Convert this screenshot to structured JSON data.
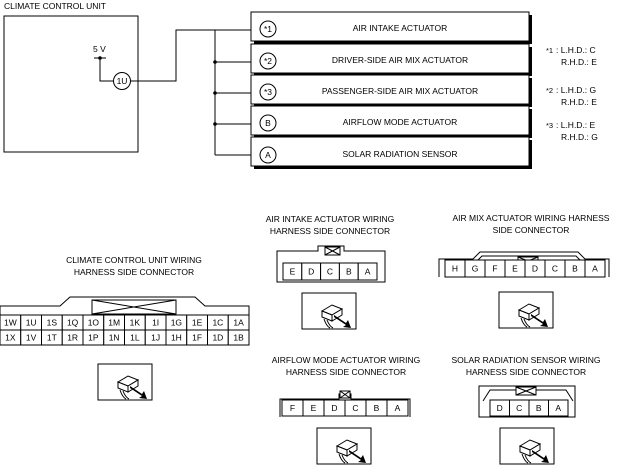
{
  "diagram": {
    "unit_title": "CLIMATE CONTROL UNIT",
    "supply_voltage": "5 V",
    "unit_terminal": "1U",
    "components": [
      {
        "terminal": "*1",
        "label": "AIR INTAKE ACTUATOR"
      },
      {
        "terminal": "*2",
        "label": "DRIVER-SIDE AIR MIX ACTUATOR"
      },
      {
        "terminal": "*3",
        "label": "PASSENGER-SIDE AIR MIX ACTUATOR"
      },
      {
        "terminal": "B",
        "label": "AIRFLOW MODE ACTUATOR"
      },
      {
        "terminal": "A",
        "label": "SOLAR RADIATION SENSOR"
      }
    ],
    "notes": [
      {
        "mark": "*1",
        "lhd": ": L.H.D.: C",
        "rhd": "R.H.D.: E"
      },
      {
        "mark": "*2",
        "lhd": ": L.H.D.: G",
        "rhd": "R.H.D.: E"
      },
      {
        "mark": "*3",
        "lhd": ": L.H.D.: E",
        "rhd": "R.H.D.: G"
      }
    ]
  },
  "connectors": {
    "ccu": {
      "title_l1": "CLIMATE CONTROL UNIT WIRING",
      "title_l2": "HARNESS SIDE CONNECTOR",
      "row1": [
        "1W",
        "1U",
        "1S",
        "1Q",
        "1O",
        "1M",
        "1K",
        "1I",
        "1G",
        "1E",
        "1C",
        "1A"
      ],
      "row2": [
        "1X",
        "1V",
        "1T",
        "1R",
        "1P",
        "1N",
        "1L",
        "1J",
        "1H",
        "1F",
        "1D",
        "1B"
      ]
    },
    "air_intake": {
      "title_l1": "AIR INTAKE ACTUATOR WIRING",
      "title_l2": "HARNESS SIDE CONNECTOR",
      "pins": [
        "E",
        "D",
        "C",
        "B",
        "A"
      ]
    },
    "air_mix": {
      "title_l1": "AIR MIX ACTUATOR WIRING HARNESS",
      "title_l2": "SIDE CONNECTOR",
      "pins": [
        "H",
        "G",
        "F",
        "E",
        "D",
        "C",
        "B",
        "A"
      ]
    },
    "airflow": {
      "title_l1": "AIRFLOW MODE ACTUATOR WIRING",
      "title_l2": "HARNESS SIDE CONNECTOR",
      "pins": [
        "F",
        "E",
        "D",
        "C",
        "B",
        "A"
      ]
    },
    "solar": {
      "title_l1": "SOLAR RADIATION SENSOR WIRING",
      "title_l2": "HARNESS SIDE CONNECTOR",
      "pins": [
        "D",
        "C",
        "B",
        "A"
      ]
    }
  }
}
